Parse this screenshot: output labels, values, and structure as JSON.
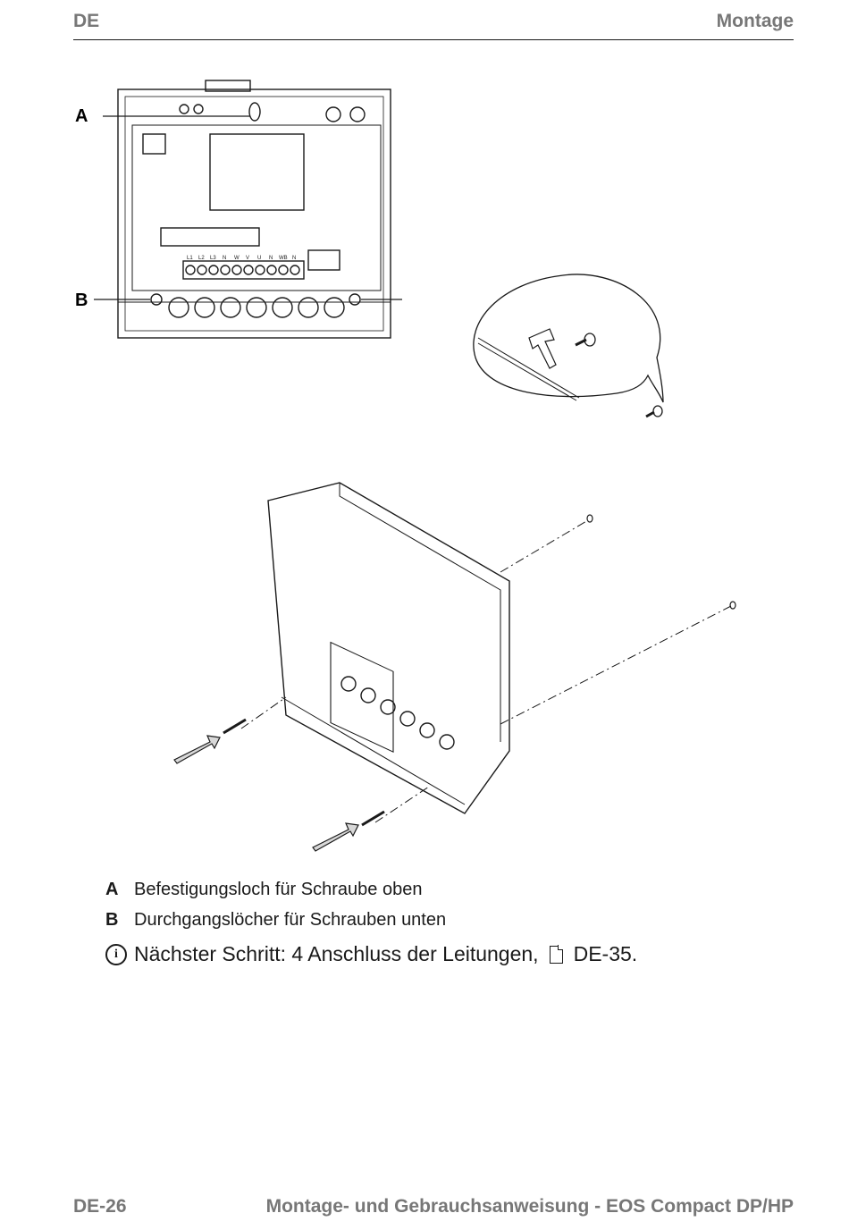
{
  "header": {
    "left": "DE",
    "right": "Montage"
  },
  "figure": {
    "callouts": {
      "a": "A",
      "b_left": "B",
      "b_right": "B"
    },
    "terminal_labels": [
      "L1",
      "L2",
      "L3",
      "N",
      "W",
      "V",
      "U",
      "N",
      "WB",
      "N"
    ]
  },
  "legend": [
    {
      "key": "A",
      "text": "Befestigungsloch für Schraube oben"
    },
    {
      "key": "B",
      "text": "Durchgangslöcher für Schrauben unten"
    }
  ],
  "next_step": {
    "icon": "info-icon",
    "text": "Nächster Schritt: 4 Anschluss der Leitungen,",
    "ref_icon": "document-icon",
    "ref": "DE-35."
  },
  "footer": {
    "left": "DE-26",
    "right": "Montage- und Gebrauchsanweisung - EOS Compact DP/HP"
  }
}
